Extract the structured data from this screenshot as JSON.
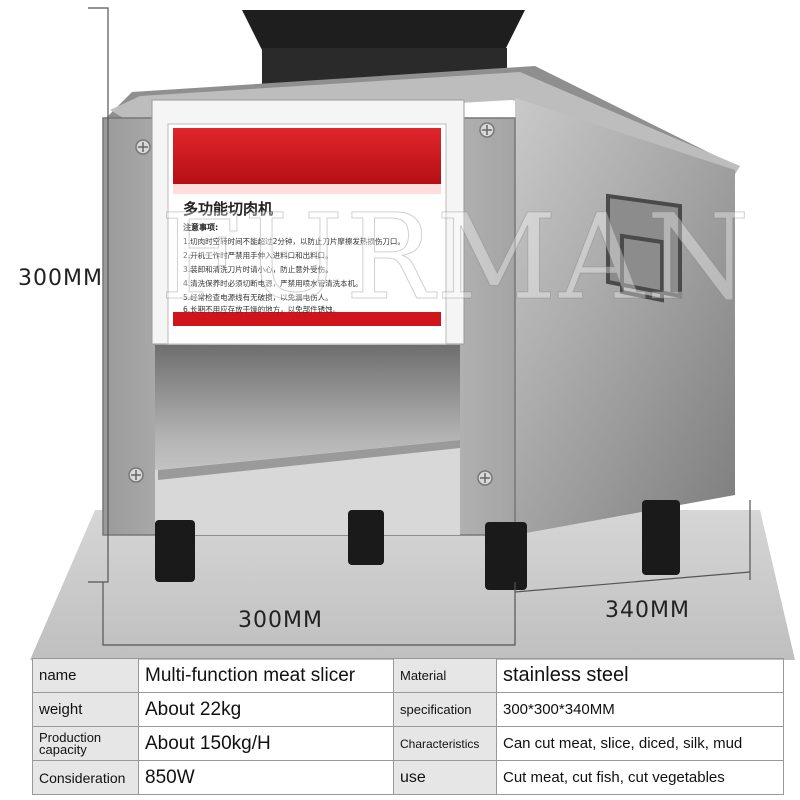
{
  "dimensions": {
    "height": "300MM",
    "width": "300MM",
    "depth": "340MM"
  },
  "watermark": "FURMAN",
  "machine_label": {
    "title": "多功能切肉机",
    "subtitle": "注意事项:",
    "lines": [
      "1.切肉时空转时间不能超过2分钟，以防止刀片摩擦发热损伤刀口。",
      "2.开机工作时严禁用手伸入进料口和出料口。",
      "3.装卸和清洗刀片时请小心，防止意外受伤。",
      "4.清洗保养时必须切断电源，严禁用喷水管清洗本机。",
      "5.经常检查电源线有无破损，以免漏电伤人。",
      "6.长期不用应存放干燥的地方，以免部件锈蚀。"
    ]
  },
  "specs": [
    {
      "k1": "name",
      "v1": "Multi-function meat slicer",
      "k2": "Material",
      "v2": "stainless steel"
    },
    {
      "k1": "weight",
      "v1": "About 22kg",
      "k2": "specification",
      "v2": "300*300*340MM"
    },
    {
      "k1": "Production capacity",
      "v1": "About 150kg/H",
      "k2": "Characteristics",
      "v2": "Can cut meat, slice, diced, silk, mud"
    },
    {
      "k1": "Consideration",
      "v1": "850W",
      "k2": "use",
      "v2": "Cut meat, cut fish, cut vegetables"
    }
  ],
  "colors": {
    "steel": "#b8b8b8",
    "label_red": "#d1141b",
    "leg": "#1a1a1a"
  }
}
